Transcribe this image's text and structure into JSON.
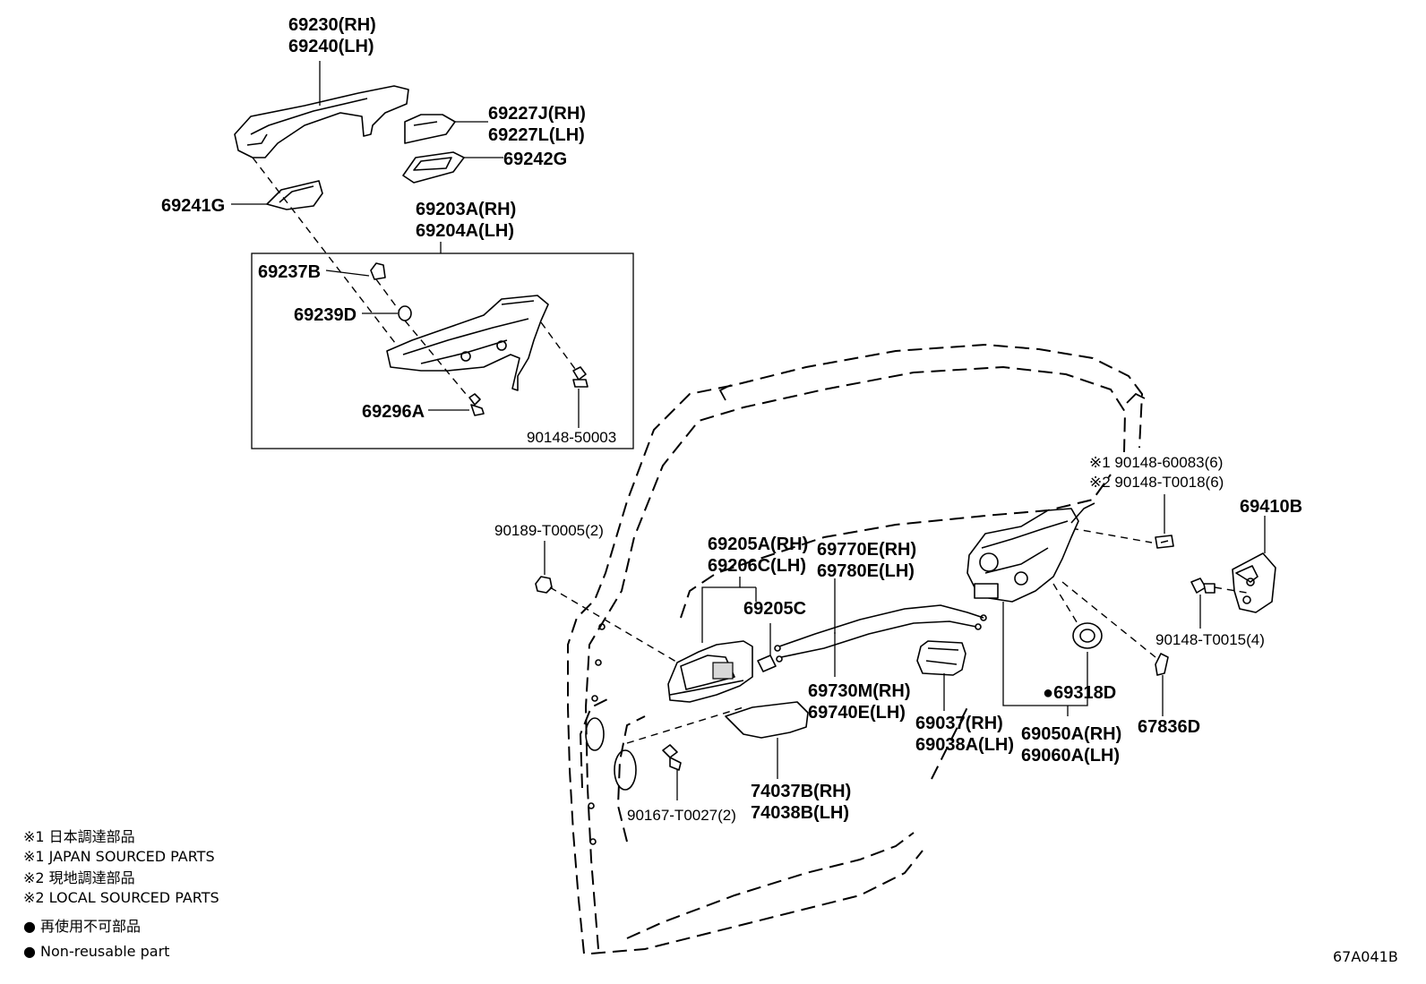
{
  "labels": {
    "p69230": "69230(RH)",
    "p69240": "69240(LH)",
    "p69227J": "69227J(RH)",
    "p69227L": "69227L(LH)",
    "p69242G": "69242G",
    "p69241G": "69241G",
    "p69203A": "69203A(RH)",
    "p69204A": "69204A(LH)",
    "p69237B": "69237B",
    "p69239D": "69239D",
    "p69296A": "69296A",
    "p90148_50003": "90148-50003",
    "p90148_60083": "※1 90148-60083(6)",
    "p90148_T0018": "※2 90148-T0018(6)",
    "p69410B": "69410B",
    "p90189": "90189-T0005(2)",
    "p69205A": "69205A(RH)",
    "p69206C": "69206C(LH)",
    "p69770E": "69770E(RH)",
    "p69780E": "69780E(LH)",
    "p69205C": "69205C",
    "p90148_T0015": "90148-T0015(4)",
    "p69318D": "●69318D",
    "p69730M": "69730M(RH)",
    "p69740E": "69740E(LH)",
    "p69037": "69037(RH)",
    "p69038A": "69038A(LH)",
    "p69050A": "69050A(RH)",
    "p69060A": "69060A(LH)",
    "p67836D": "67836D",
    "p74037B": "74037B(RH)",
    "p74038B": "74038B(LH)",
    "p90167": "90167-T0027(2)"
  },
  "notes": {
    "n1_ja": "※1 日本調達部品",
    "n1_en": "※1 JAPAN SOURCED PARTS",
    "n2_ja": "※2 現地調達部品",
    "n2_en": "※2 LOCAL SOURCED PARTS",
    "n3_ja": "● 再使用不可部品",
    "n3_en": "● Non-reusable part"
  },
  "diagram_code": "67A041B"
}
